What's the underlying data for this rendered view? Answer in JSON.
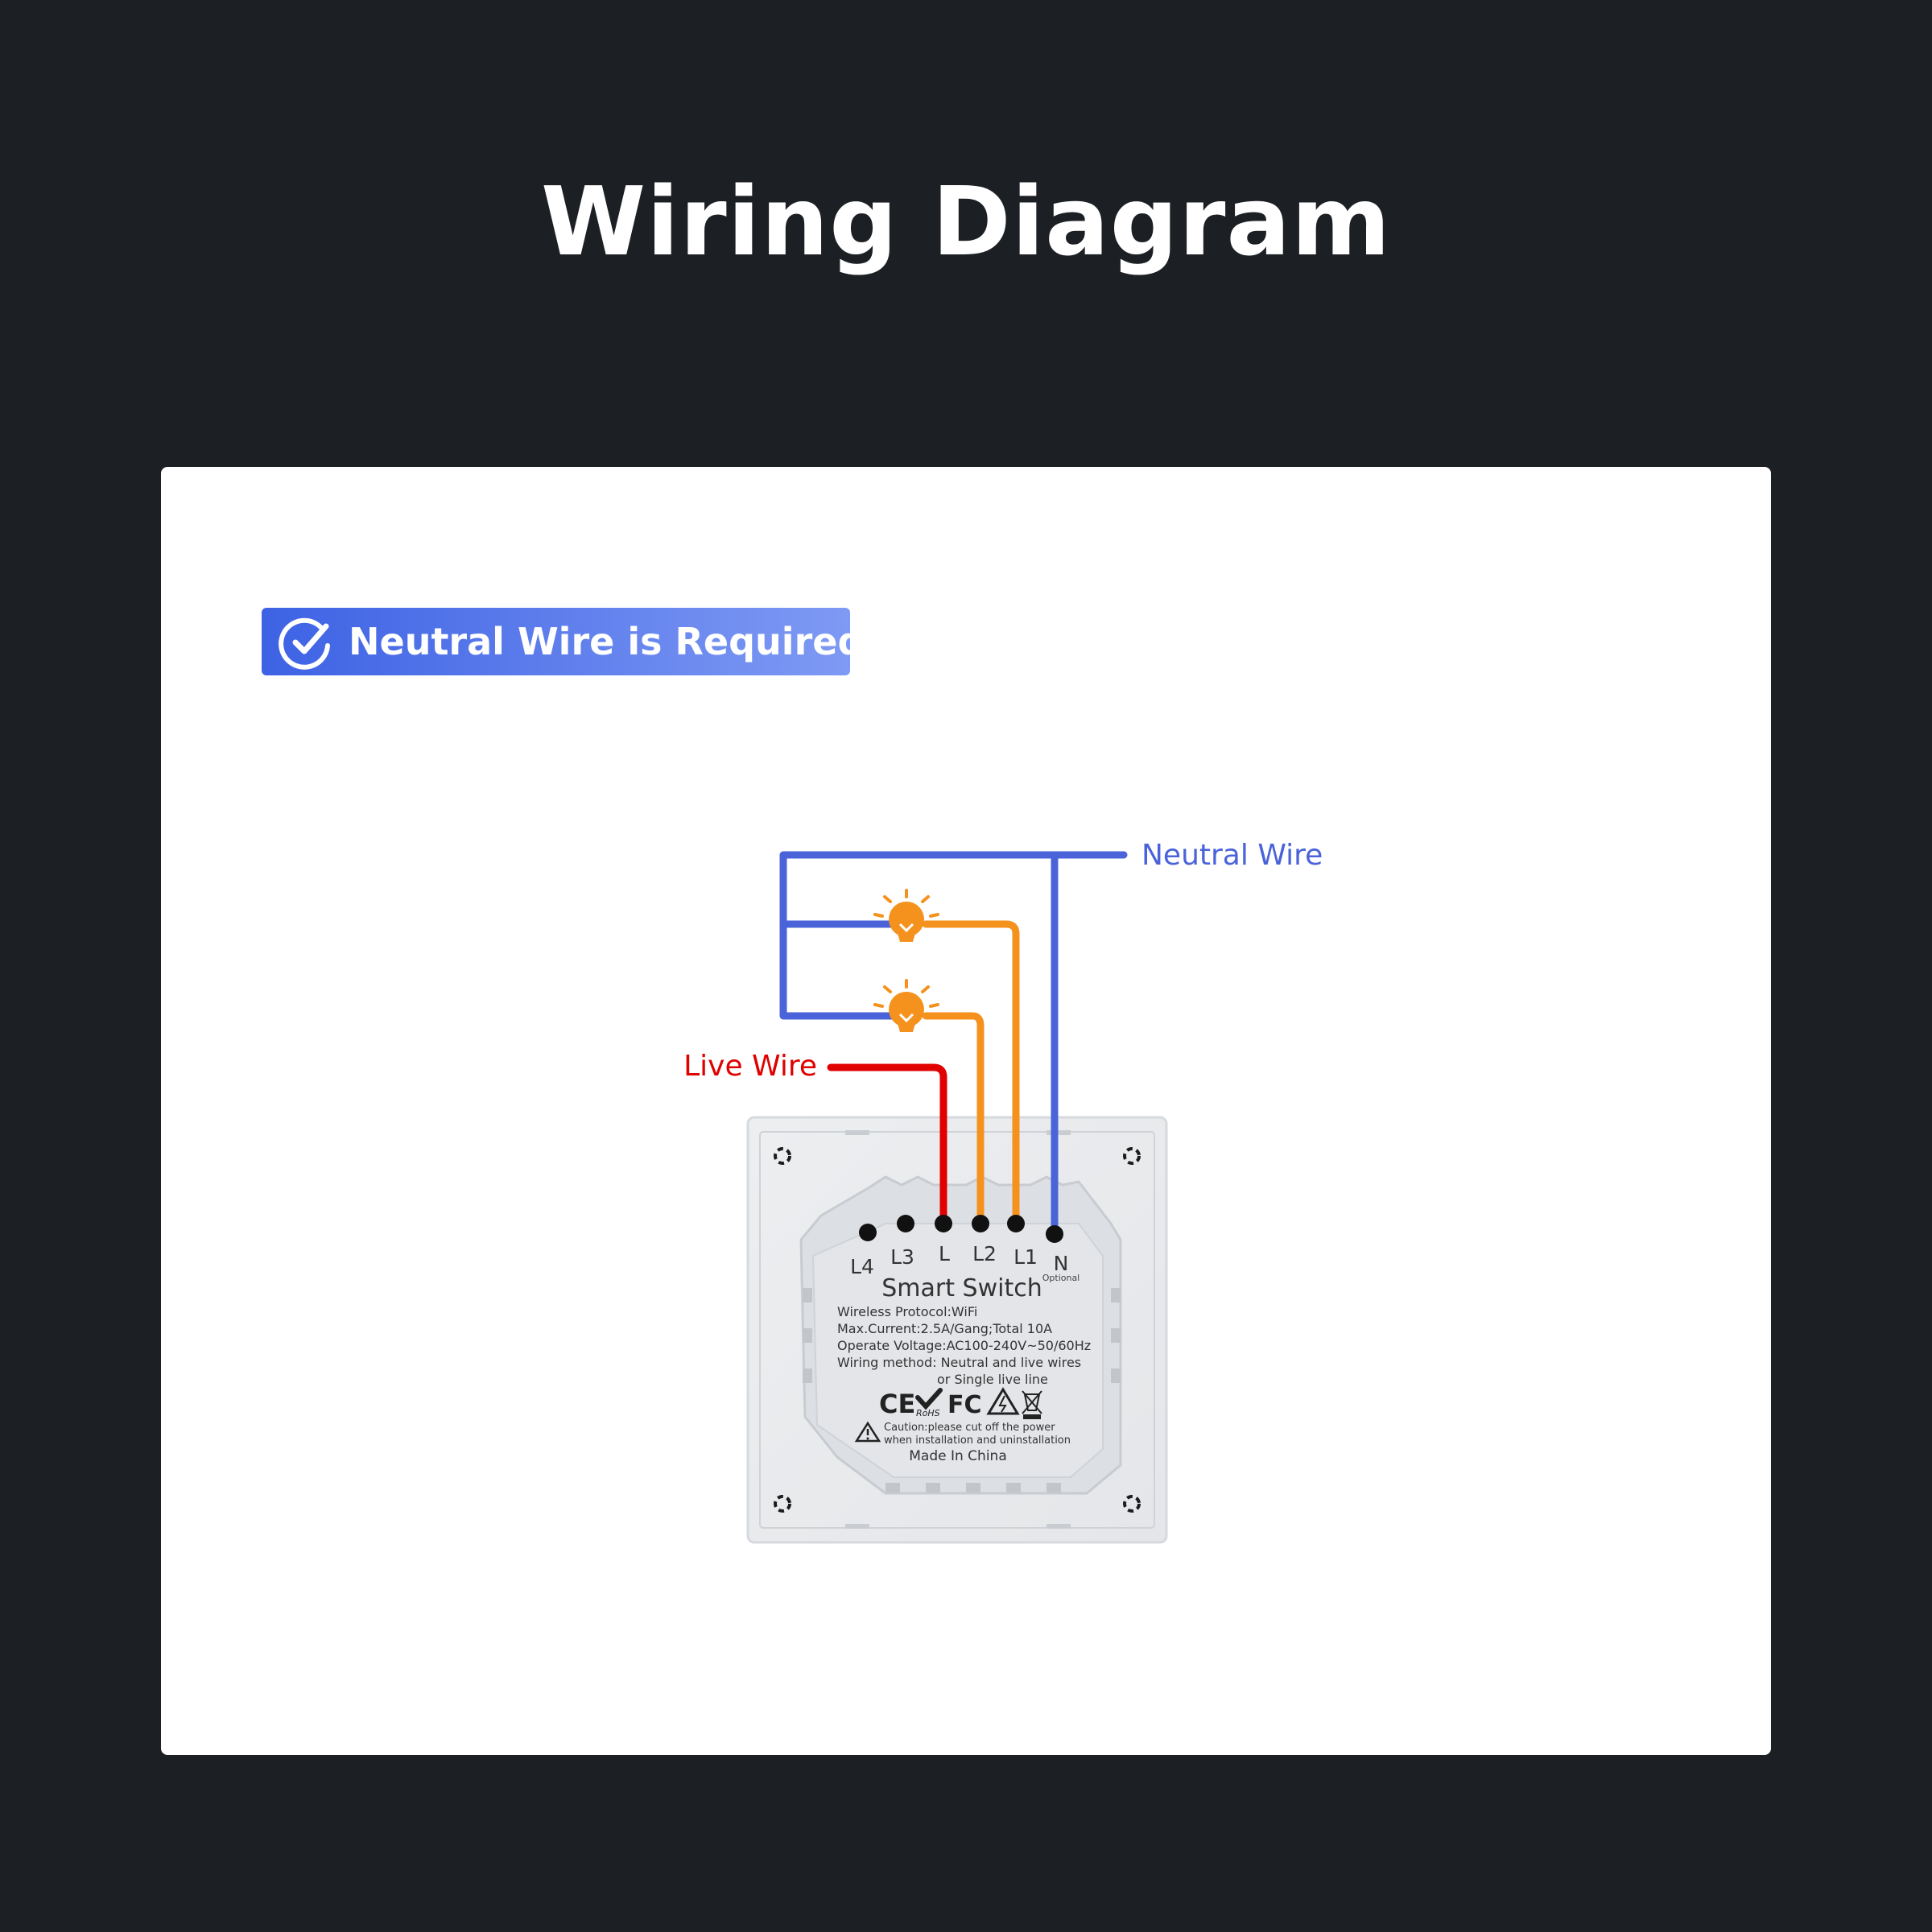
{
  "title": "Wiring Diagram",
  "badge": {
    "text": "Neutral Wire is Required",
    "icon": "check-circle-icon"
  },
  "labels": {
    "neutral_wire": "Neutral Wire",
    "live_wire": "Live Wire"
  },
  "terminals": [
    "L4",
    "L3",
    "L",
    "L2",
    "L1",
    "N"
  ],
  "terminal_note": "Optional",
  "device": {
    "name": "Smart Switch",
    "specs": [
      "Wireless Protocol:WiFi",
      "Max.Current:2.5A/Gang;Total 10A",
      "Operate Voltage:AC100-240V~50/60Hz",
      "Wiring method: Neutral and live wires",
      "or Single live line"
    ],
    "certs": [
      "CE",
      "RoHS",
      "FC"
    ],
    "caution": [
      "Caution:please cut off the power",
      "when installation and uninstallation"
    ],
    "origin": "Made In China"
  },
  "colors": {
    "background": "#1c2025",
    "card": "#ffffff",
    "neutral": "#4a63d8",
    "live": "#e00000",
    "load": "#f5921e",
    "badge_start": "#3d62e4",
    "badge_end": "#7f9af4"
  }
}
